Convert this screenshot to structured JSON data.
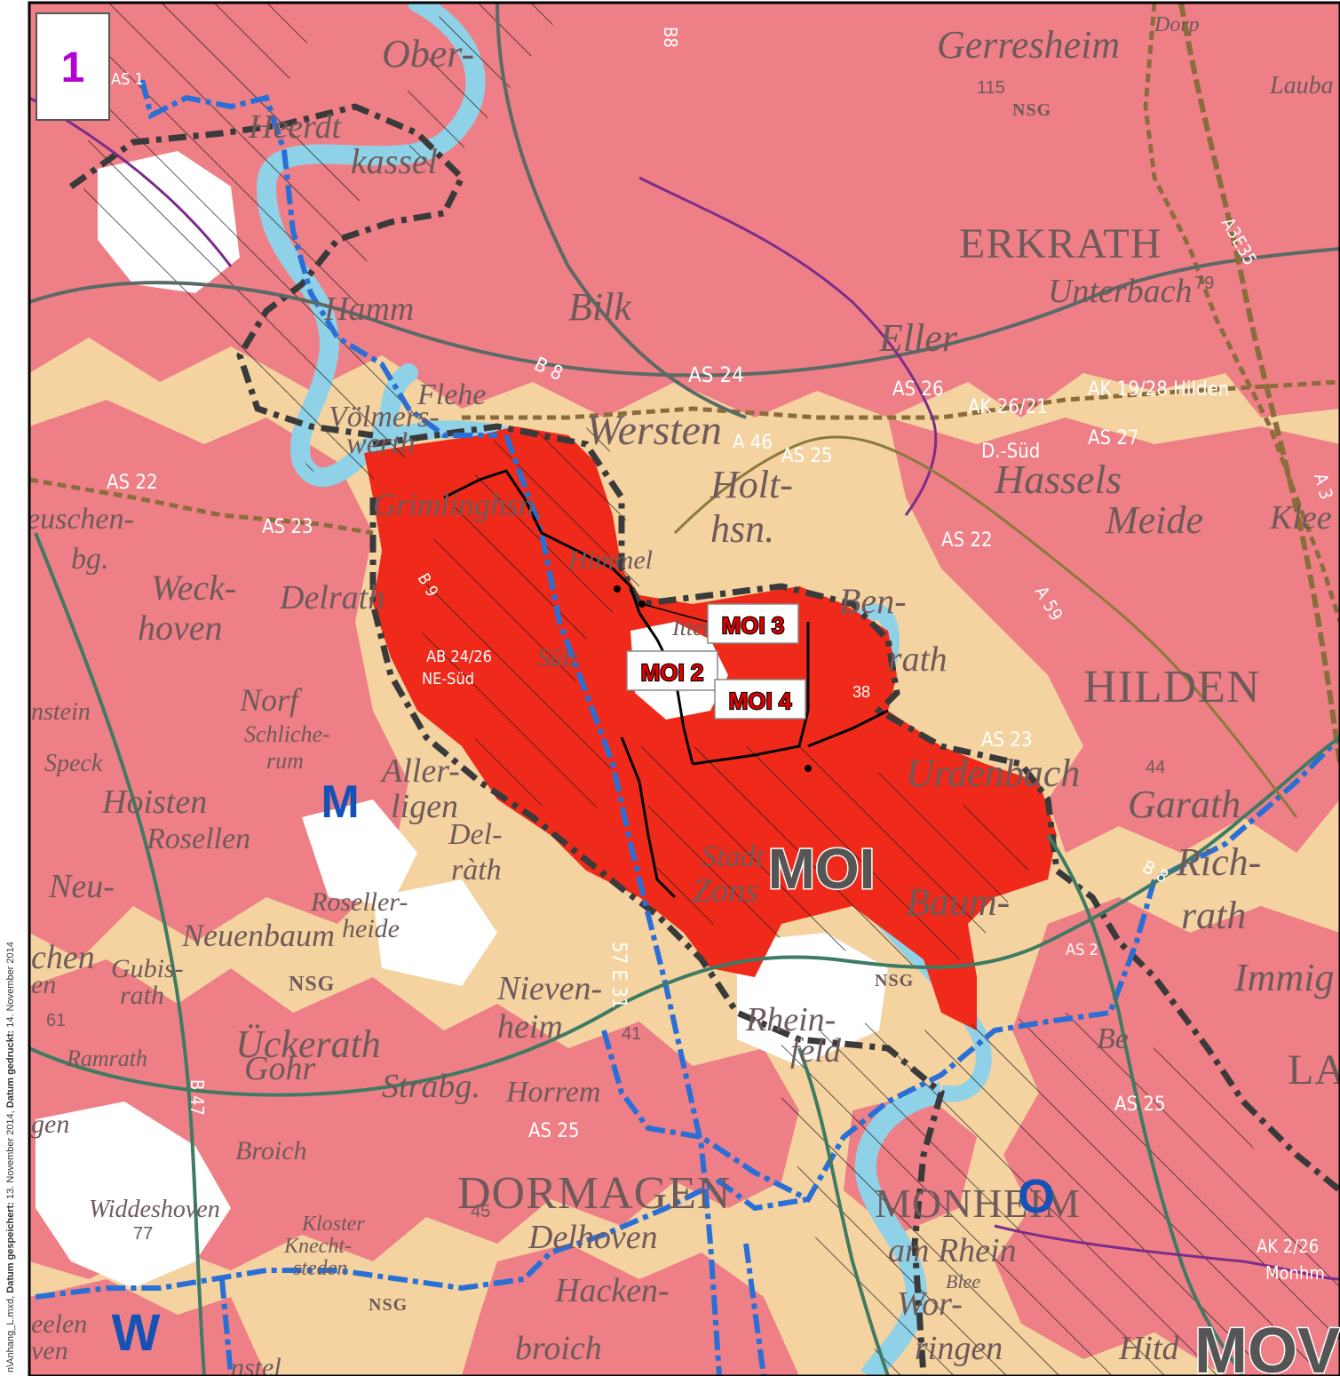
{
  "map": {
    "panel_number": "1",
    "side_note": {
      "prefix": "n\\Anhang_L.mxd, ",
      "saved_label": "Datum gespeichert:",
      "saved_date": " 13. November 2014, ",
      "printed_label": "Datum gedruckt:",
      "printed_date": " 14. November 2014"
    },
    "zones": {
      "m": "M",
      "moi": "MOI",
      "o": "O",
      "w": "W",
      "mov": "MOV"
    },
    "moi_points": {
      "moi2": "MOI 2",
      "moi3": "MOI 3",
      "moi4": "MOI 4"
    },
    "places": {
      "ober": "Ober-",
      "heerdt": "Heerdt",
      "kassel": "kassel",
      "hamm": "Hamm",
      "bilk": "Bilk",
      "flehe": "Flehe",
      "voelmerswerth": "Völmers-",
      "werth": "werth",
      "grimlinghsn": "Grimlinghsn.",
      "wersten": "Wersten",
      "holthsn": "Holt-",
      "holthsn2": "hsn.",
      "itter": "Itter",
      "himmelgeist": "Himmel",
      "suesselmilt": "Sülz",
      "benrath": "Ben-",
      "benrath2": "rath",
      "delrath_top": "Delrath",
      "weckhoven": "Weck-",
      "weckhoven2": "hoven",
      "norf": "Norf",
      "schlicherum": "Schliche-",
      "schlicherum2": "rum",
      "allerheiligen": "Aller-",
      "allerheiligen2": "ligen",
      "delrath": "Del-",
      "delrath2": "ràth",
      "hoisten": "Hoisten",
      "rosellen": "Rosellen",
      "roseller": "Roseller-",
      "heide": "heide",
      "neuenbaum": "Neuenbaum",
      "gubisrath": "Gubis-",
      "gubisrath2": "rath",
      "nsg1": "NSG",
      "nsg2": "NSG",
      "nsg3": "NSG",
      "nsg4": "NSG",
      "nievenheim": "Nieven-",
      "nievenheim2": "heim",
      "ueckerath": "Ückerath",
      "gohr": "Gohr",
      "strabg": "Strabg.",
      "horrem": "Horrem",
      "rheinfeld": "Rhein-",
      "rheinfeld2": "feld",
      "ramrath": "Ramrath",
      "broich": "Broich",
      "dormagen": "DORMAGEN",
      "widdeshoven": "Widdeshoven",
      "kloster": "Kloster",
      "knechtsteden": "Knecht-",
      "knechtsteden2": "steden",
      "delhoven": "Delhoven",
      "hackenbroich": "Hacken-",
      "hackenbroich2": "broich",
      "monheim": "MONHEIM",
      "amrhein": "am Rhein",
      "worringen": "Wor-",
      "worringen2": "ringen",
      "hitdorf": "Hitd",
      "gerresheim": "Gerresheim",
      "dorp": "Dorp",
      "laubach": "Lauba",
      "erkrath": "ERKRATH",
      "unterbach": "Unterbach",
      "eller": "Eller",
      "hassels": "Hassels",
      "hasselsmeide": "Meide",
      "hilden": "HILDEN",
      "garath": "Garath",
      "richrath": "Rich-",
      "richrath2": "rath",
      "immig": "Immig",
      "urdenbach": "Urdenbach",
      "baumberg": "Baum-",
      "zons": "Zons",
      "stadt": "Stadt",
      "kleef": "Klee",
      "heuschen": "euschen-",
      "heuschen2": "bg.",
      "nstein": "nstein",
      "speck": "Speck",
      "neu": "Neu-",
      "chen": "chen",
      "en": "en",
      "gen": "gen",
      "seelen": "eelen",
      "ven": "ven",
      "nstel": "nstel",
      "bl": "Blee",
      "be": "Be",
      "la": "LA"
    },
    "roads": {
      "b8a": "B8",
      "b8b": "B 8",
      "b8c": "B 8",
      "as24": "AS 24",
      "as26": "AS 26",
      "ak2621": "AK 26/21",
      "ak1928": "AK 19/28 Hilden",
      "as27": "AS 27",
      "dsued": "D.-Süd",
      "as25a": "AS 25",
      "a46": "A 46",
      "as22a": "AS 22",
      "as22b": "AS 22",
      "as23a": "AS 23",
      "as23b": "AS 23",
      "a59": "A 59",
      "a3e35": "A3E35",
      "a57": "57 E 31",
      "as25b": "AS 25",
      "as25c": "AS 25",
      "b47": "B 47",
      "ak226": "AK 2/26",
      "monhm": "Monhm",
      "a3": "A 3",
      "ab": "AB 24/26",
      "nesued": "NE-Süd",
      "as1": "AS 1",
      "as2": "AS 2",
      "b9": "B 9"
    },
    "heights": {
      "h115": "115",
      "h79": "79",
      "h61": "61",
      "h77": "77",
      "h45": "45",
      "h41": "41",
      "h44": "44",
      "h38": "38"
    }
  }
}
